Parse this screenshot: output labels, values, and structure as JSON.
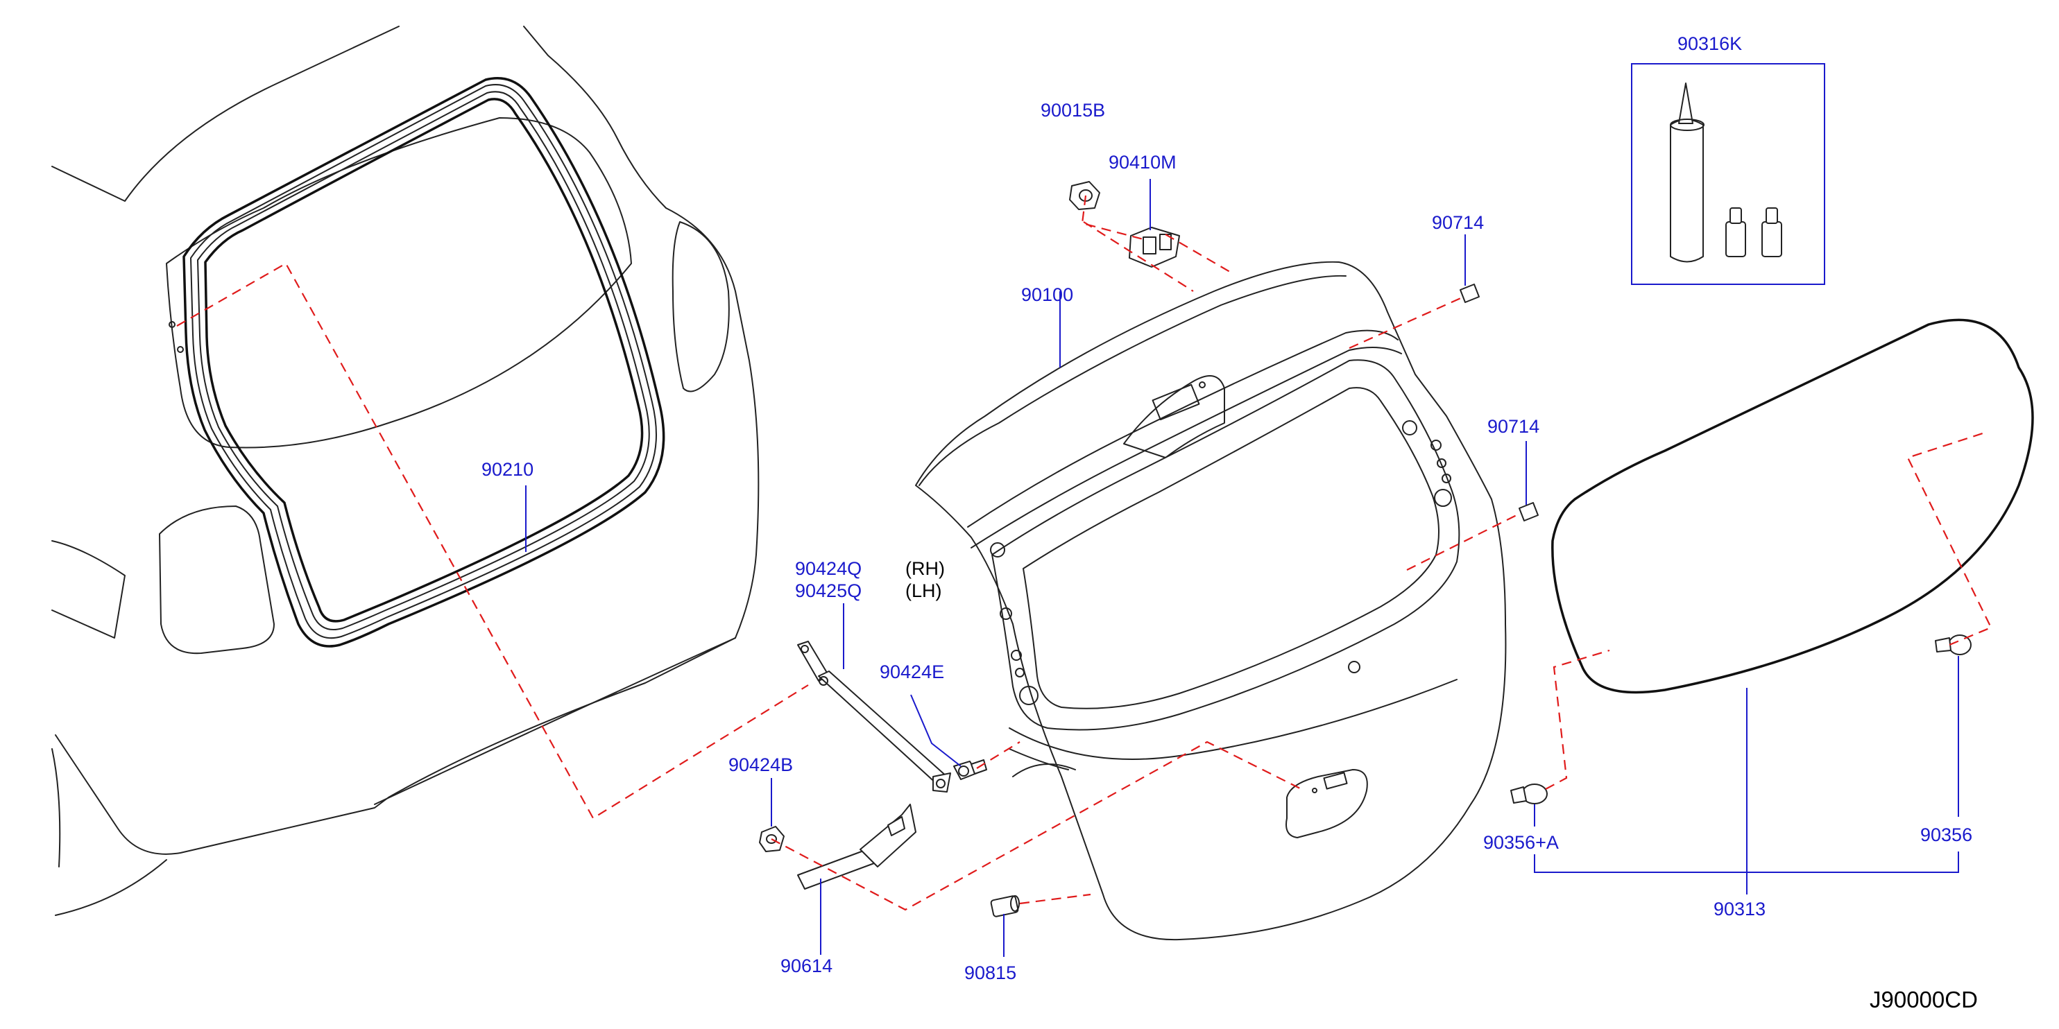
{
  "diagram_id": "J90000CD",
  "parts": {
    "p90316K": "90316K",
    "p90015B": "90015B",
    "p90410M": "90410M",
    "p90714_upper": "90714",
    "p90714_lower": "90714",
    "p90100": "90100",
    "p90210": "90210",
    "p90424Q": "90424Q",
    "p90425Q": "90425Q",
    "p90424E": "90424E",
    "p90424B": "90424B",
    "p90614": "90614",
    "p90815": "90815",
    "p90356A": "90356+A",
    "p90356": "90356",
    "p90313": "90313"
  },
  "notes": {
    "rh": "(RH)",
    "lh": "(LH)"
  },
  "colors": {
    "label": "#1a1acc",
    "dash": "#e01b1b",
    "outline": "#222222"
  }
}
